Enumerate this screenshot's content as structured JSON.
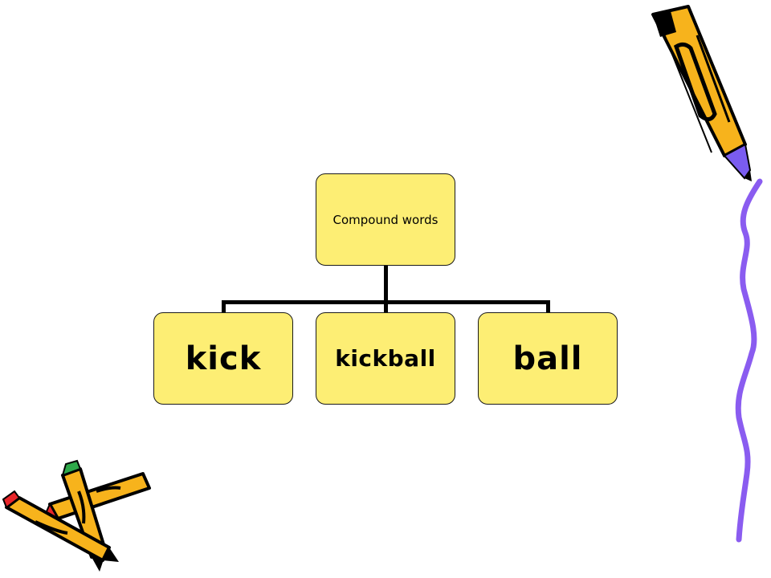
{
  "diagram": {
    "root": {
      "label": "Compound words"
    },
    "children": [
      {
        "label": "kick"
      },
      {
        "label": "kickball"
      },
      {
        "label": "ball"
      }
    ]
  },
  "colors": {
    "node_fill": "#fdee74",
    "node_border": "#1a1a1a",
    "connector": "#000000",
    "pencil_orange": "#f7b31c",
    "pencil_purple": "#7a5cf0",
    "pencil_green": "#2ea84a",
    "pencil_red": "#e8262a",
    "squiggle": "#8a5cf0"
  },
  "decorations": {
    "top_right": "pencil-icon",
    "right_edge": "squiggle-line",
    "bottom_left": "crossed-pencils-icon"
  }
}
